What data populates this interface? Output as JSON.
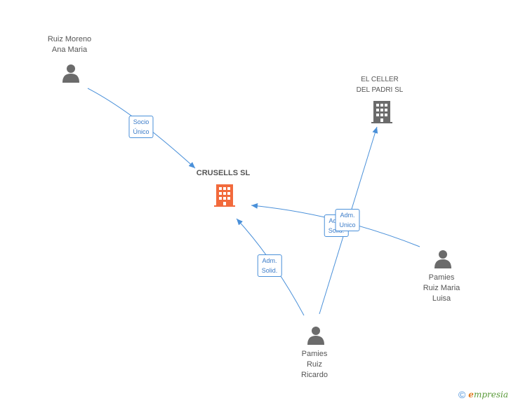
{
  "colors": {
    "edge": "#4a90d9",
    "person": "#6b6b6b",
    "company": "#6b6b6b",
    "main_company": "#f26a3c"
  },
  "nodes": {
    "ruiz_moreno": {
      "line1": "Ruiz Moreno",
      "line2": "Ana Maria",
      "icon": "person-icon"
    },
    "el_celler": {
      "line1": "EL CELLER",
      "line2": "DEL PADRI SL",
      "icon": "building-icon"
    },
    "crusells": {
      "line1": "CRUSELLS SL",
      "icon": "building-icon"
    },
    "pamies_maria": {
      "line1": "Pamies",
      "line2": "Ruiz Maria",
      "line3": "Luisa",
      "icon": "person-icon"
    },
    "pamies_ricardo": {
      "line1": "Pamies",
      "line2": "Ruiz",
      "line3": "Ricardo",
      "icon": "person-icon"
    }
  },
  "edges": {
    "socio_unico": {
      "line1": "Socio",
      "line2": "Único"
    },
    "adm_solid_maria": {
      "line1": "Adm.",
      "line2": "Solid."
    },
    "adm_unico": {
      "line1": "Adm.",
      "line2": "Unico"
    },
    "adm_solid_ricardo": {
      "line1": "Adm.",
      "line2": "Solid."
    }
  },
  "footer": {
    "copyright": "©",
    "brand_first": "e",
    "brand_rest": "mpresia"
  }
}
